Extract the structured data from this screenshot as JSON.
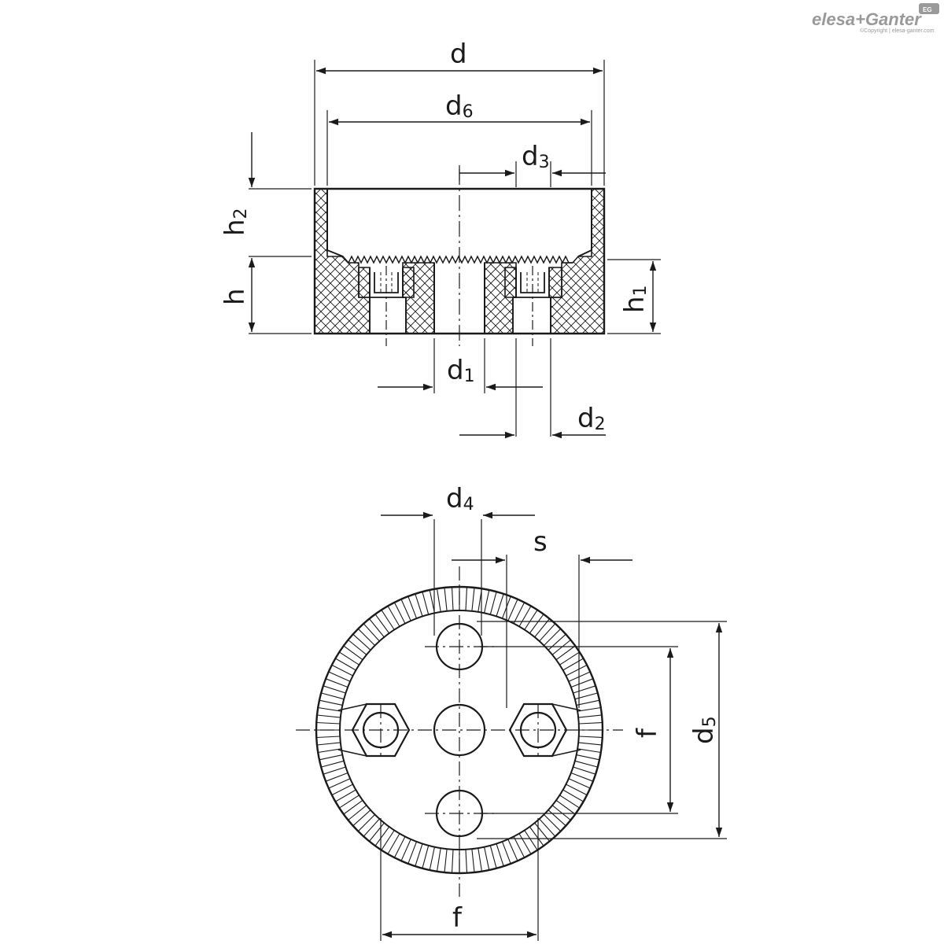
{
  "logo": {
    "brand_left": "elesa",
    "brand_plus": "+",
    "brand_right": "Ganter",
    "badge": "EG",
    "copyright": "©Copyright | elesa-ganter.com"
  },
  "labels": {
    "d": "d",
    "d6": {
      "base": "d",
      "sub": "6"
    },
    "d3": {
      "base": "d",
      "sub": "3"
    },
    "h2": {
      "base": "h",
      "sub": "2"
    },
    "h": "h",
    "h1": {
      "base": "h",
      "sub": "1"
    },
    "d1": {
      "base": "d",
      "sub": "1"
    },
    "d2": {
      "base": "d",
      "sub": "2"
    },
    "d4": {
      "base": "d",
      "sub": "4"
    },
    "s": "s",
    "f_vertical": "f",
    "d5": {
      "base": "d",
      "sub": "5"
    },
    "f_horizontal": "f"
  },
  "colors": {
    "line": "#1a1a1a",
    "logo": "#9a9a9a"
  }
}
